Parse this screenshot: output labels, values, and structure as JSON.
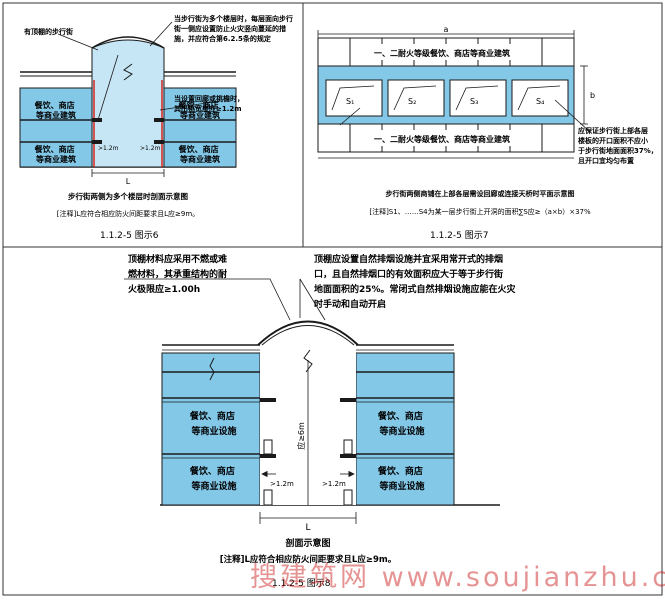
{
  "figure6": {
    "roof_label": "有顶棚的步行街",
    "note_top": [
      "当步行街为多个楼层时，每层面向步行",
      "街一侧应设置防止火灾竖向蔓延的措",
      "施，并应符合第6.2.5条的规定"
    ],
    "note_mid": [
      "当设置回廊或挑檐时，",
      "其出挑宽度应≥1.2m"
    ],
    "shop_label": [
      "餐饮、商店",
      "等商业建筑"
    ],
    "dim_12": ">1.2m",
    "dim_L": "L",
    "caption": "步行街两侧为多个楼层时剖面示意图",
    "footnote": "[注释]L应符合相应防火间距要求且L应≥9m。",
    "fig_label": "1.1.2-5   图示6"
  },
  "figure7": {
    "band_label": "一、二耐火等级餐饮、商店等商业建筑",
    "openings": [
      "S₁",
      "S₂",
      "S₃",
      "S₄"
    ],
    "dim_a": "a",
    "dim_b": "b",
    "note": [
      "应保证步行街上部各层",
      "楼板的开口面积不应小",
      "于步行街地面面积37%，",
      "且开口宜均匀布置"
    ],
    "caption": "步行街两侧商铺在上部各层需设回廊或连接天桥时平面示意图",
    "footnote": "[注释]S1、……S4为某一层步行街上开洞的面积∑S应≥（a×b）×37%",
    "fig_label": "1.1.2-5   图示7"
  },
  "figure8": {
    "note_left": [
      "顶棚材料应采用不燃或难",
      "燃材料，其承重结构的耐",
      "火极限应≥1.00h"
    ],
    "note_right": [
      "顶棚应设置自然排烟设施并宜采用常开式的排烟",
      "口，且自然排烟口的有效面积应大于等于步行街",
      "地面面积的25%。常闭式自然排烟设施应能在火灾",
      "时手动和自动开启"
    ],
    "shop_label": [
      "餐饮、商店",
      "等商业设施"
    ],
    "dim_12": ">1.2m",
    "dim_height": "应≥6m",
    "dim_L": "L",
    "caption": "剖面示意图",
    "footnote": "[注释]L应符合相应防火间距要求且L应≥9m。",
    "fig_label": "1.1.2-5   图示8"
  },
  "watermark": "搜建筑网 www.soujianzhu.cn",
  "colors": {
    "fill": "#84c8e8",
    "light": "#c6e6f6",
    "line": "#1a1a1a",
    "red": "#d7261e",
    "watermark": "#c40000"
  }
}
